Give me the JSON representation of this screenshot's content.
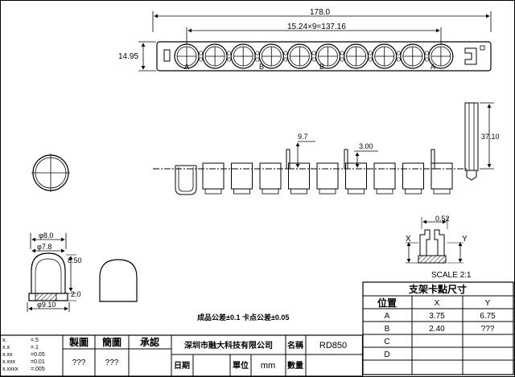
{
  "top_view": {
    "overall_length": "178.0",
    "pitch_dim": "15.24×9=137.16",
    "height_dim": "14.95",
    "pos_labels": [
      "A",
      "B",
      "B",
      "A"
    ]
  },
  "side_view": {
    "dim_9_7": "9.7",
    "dim_3_00": "3.00",
    "dim_37_10": "37.10"
  },
  "led_view": {
    "dia_8_0": "φ8.0",
    "dia_7_8": "φ7.8",
    "h_8_50": "8.50",
    "h_2_0": "2.0",
    "dia_9_10": "φ9.10"
  },
  "detail_view": {
    "dim_0_52": "0.52",
    "x_label": "X",
    "y_label": "Y",
    "scale": "SCALE 2:1"
  },
  "tolerance_note": "成品公差±0.1  卡点公差±0.05",
  "spec_table": {
    "title": "支架卡點尺寸",
    "headers": [
      "位置",
      "X",
      "Y"
    ],
    "rows": [
      [
        "A",
        "3.75",
        "6.75"
      ],
      [
        "B",
        "2.40",
        "???"
      ],
      [
        "C",
        "",
        ""
      ],
      [
        "D",
        "",
        ""
      ]
    ]
  },
  "title_block": {
    "tolerances": [
      [
        "x.",
        "=.5"
      ],
      [
        "x.x",
        "=.1"
      ],
      [
        "x.xx",
        "=0.05"
      ],
      [
        "x.xxx",
        "=0.01"
      ],
      [
        "x.xxxx",
        "=.005"
      ]
    ],
    "drawn_label": "製圖",
    "check_label": "簡圖",
    "approve_label": "承認",
    "drawn_val": "???",
    "check_val": "???",
    "company": "深圳市融大科技有限公司",
    "name_label": "名稱",
    "name_val": "RD850",
    "date_label": "日期",
    "unit_label": "單位",
    "unit_val": "mm",
    "qty_label": "數量"
  }
}
